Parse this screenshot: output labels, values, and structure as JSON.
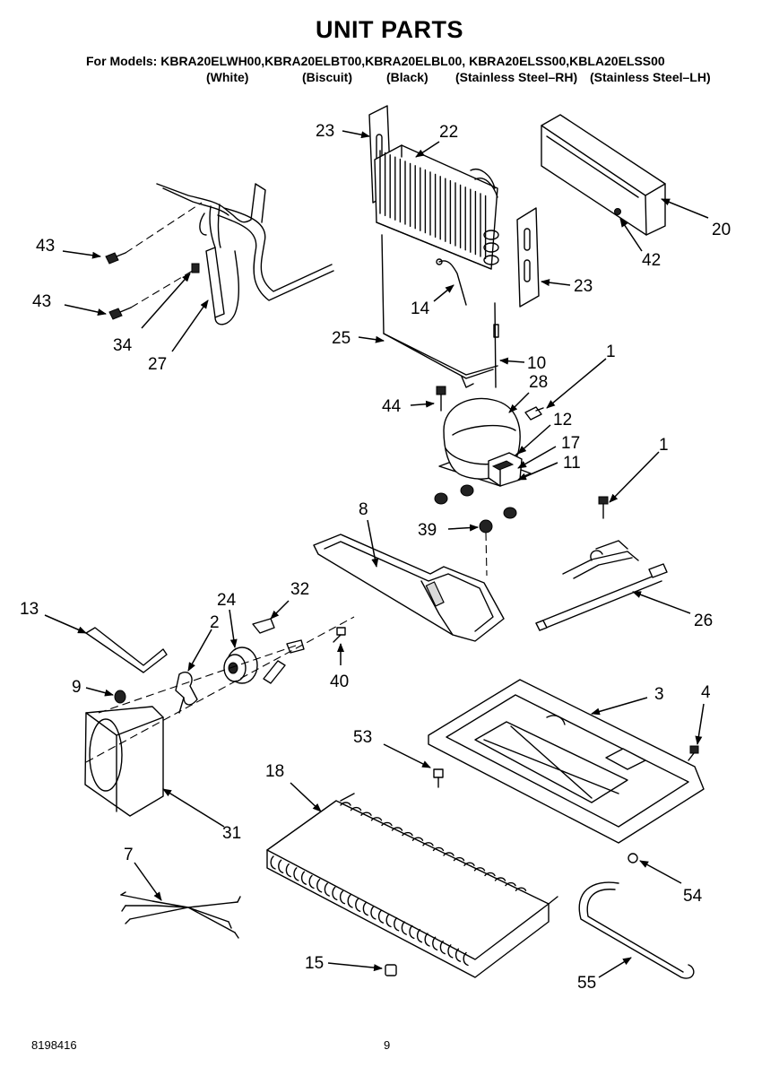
{
  "header": {
    "title": "UNIT PARTS",
    "models_line": "For Models: KBRA20ELWH00,KBRA20ELBT00,KBRA20ELBL00, KBRA20ELSS00,KBLA20ELSS00",
    "colors": [
      "(White)",
      "(Biscuit)",
      "(Black)",
      "(Stainless Steel–RH)",
      "(Stainless Steel–LH)"
    ]
  },
  "callouts": {
    "c1a": "1",
    "c1b": "1",
    "c2": "2",
    "c3": "3",
    "c4": "4",
    "c7": "7",
    "c8": "8",
    "c9": "9",
    "c10": "10",
    "c11": "11",
    "c12": "12",
    "c13": "13",
    "c14": "14",
    "c15": "15",
    "c17": "17",
    "c18": "18",
    "c20": "20",
    "c22": "22",
    "c23a": "23",
    "c23b": "23",
    "c24": "24",
    "c25": "25",
    "c26": "26",
    "c27": "27",
    "c28": "28",
    "c31": "31",
    "c32": "32",
    "c34": "34",
    "c39": "39",
    "c40": "40",
    "c42": "42",
    "c43a": "43",
    "c43b": "43",
    "c44": "44",
    "c53": "53",
    "c54": "54",
    "c55": "55"
  },
  "footer": {
    "doc_number": "8198416",
    "page_number": "9"
  }
}
